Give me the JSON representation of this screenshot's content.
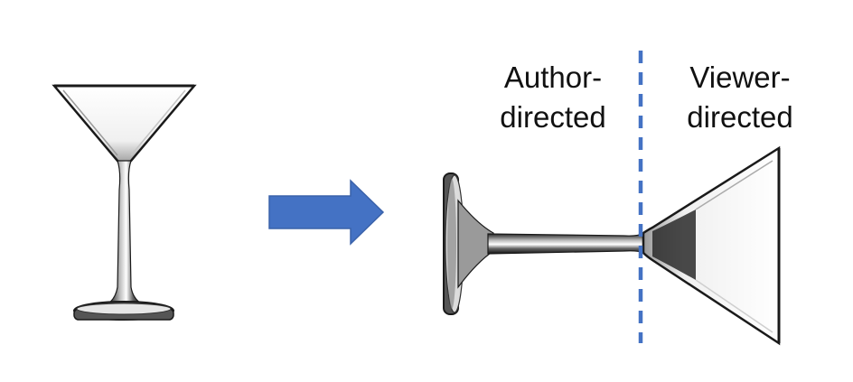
{
  "labels": {
    "author": "Author-\ndirected",
    "viewer": "Viewer-\ndirected"
  },
  "colors": {
    "arrow": "#4472C4",
    "divider": "#4472C4",
    "glass_edge": "#1a1a1a"
  },
  "icons": [
    "upright-martini-glass",
    "right-arrow",
    "rotated-martini-glass"
  ]
}
